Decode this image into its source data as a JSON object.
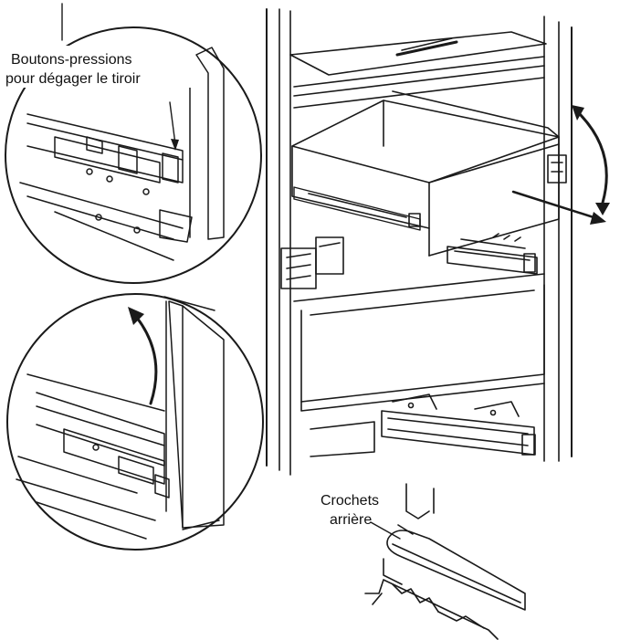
{
  "labels": {
    "release_buttons_line1": "Boutons-pressions",
    "release_buttons_line2": "pour dégager le tiroir",
    "rear_hooks_line1": "Crochets",
    "rear_hooks_line2": "arrière"
  },
  "colors": {
    "line": "#1a1a1a",
    "background": "#ffffff"
  }
}
